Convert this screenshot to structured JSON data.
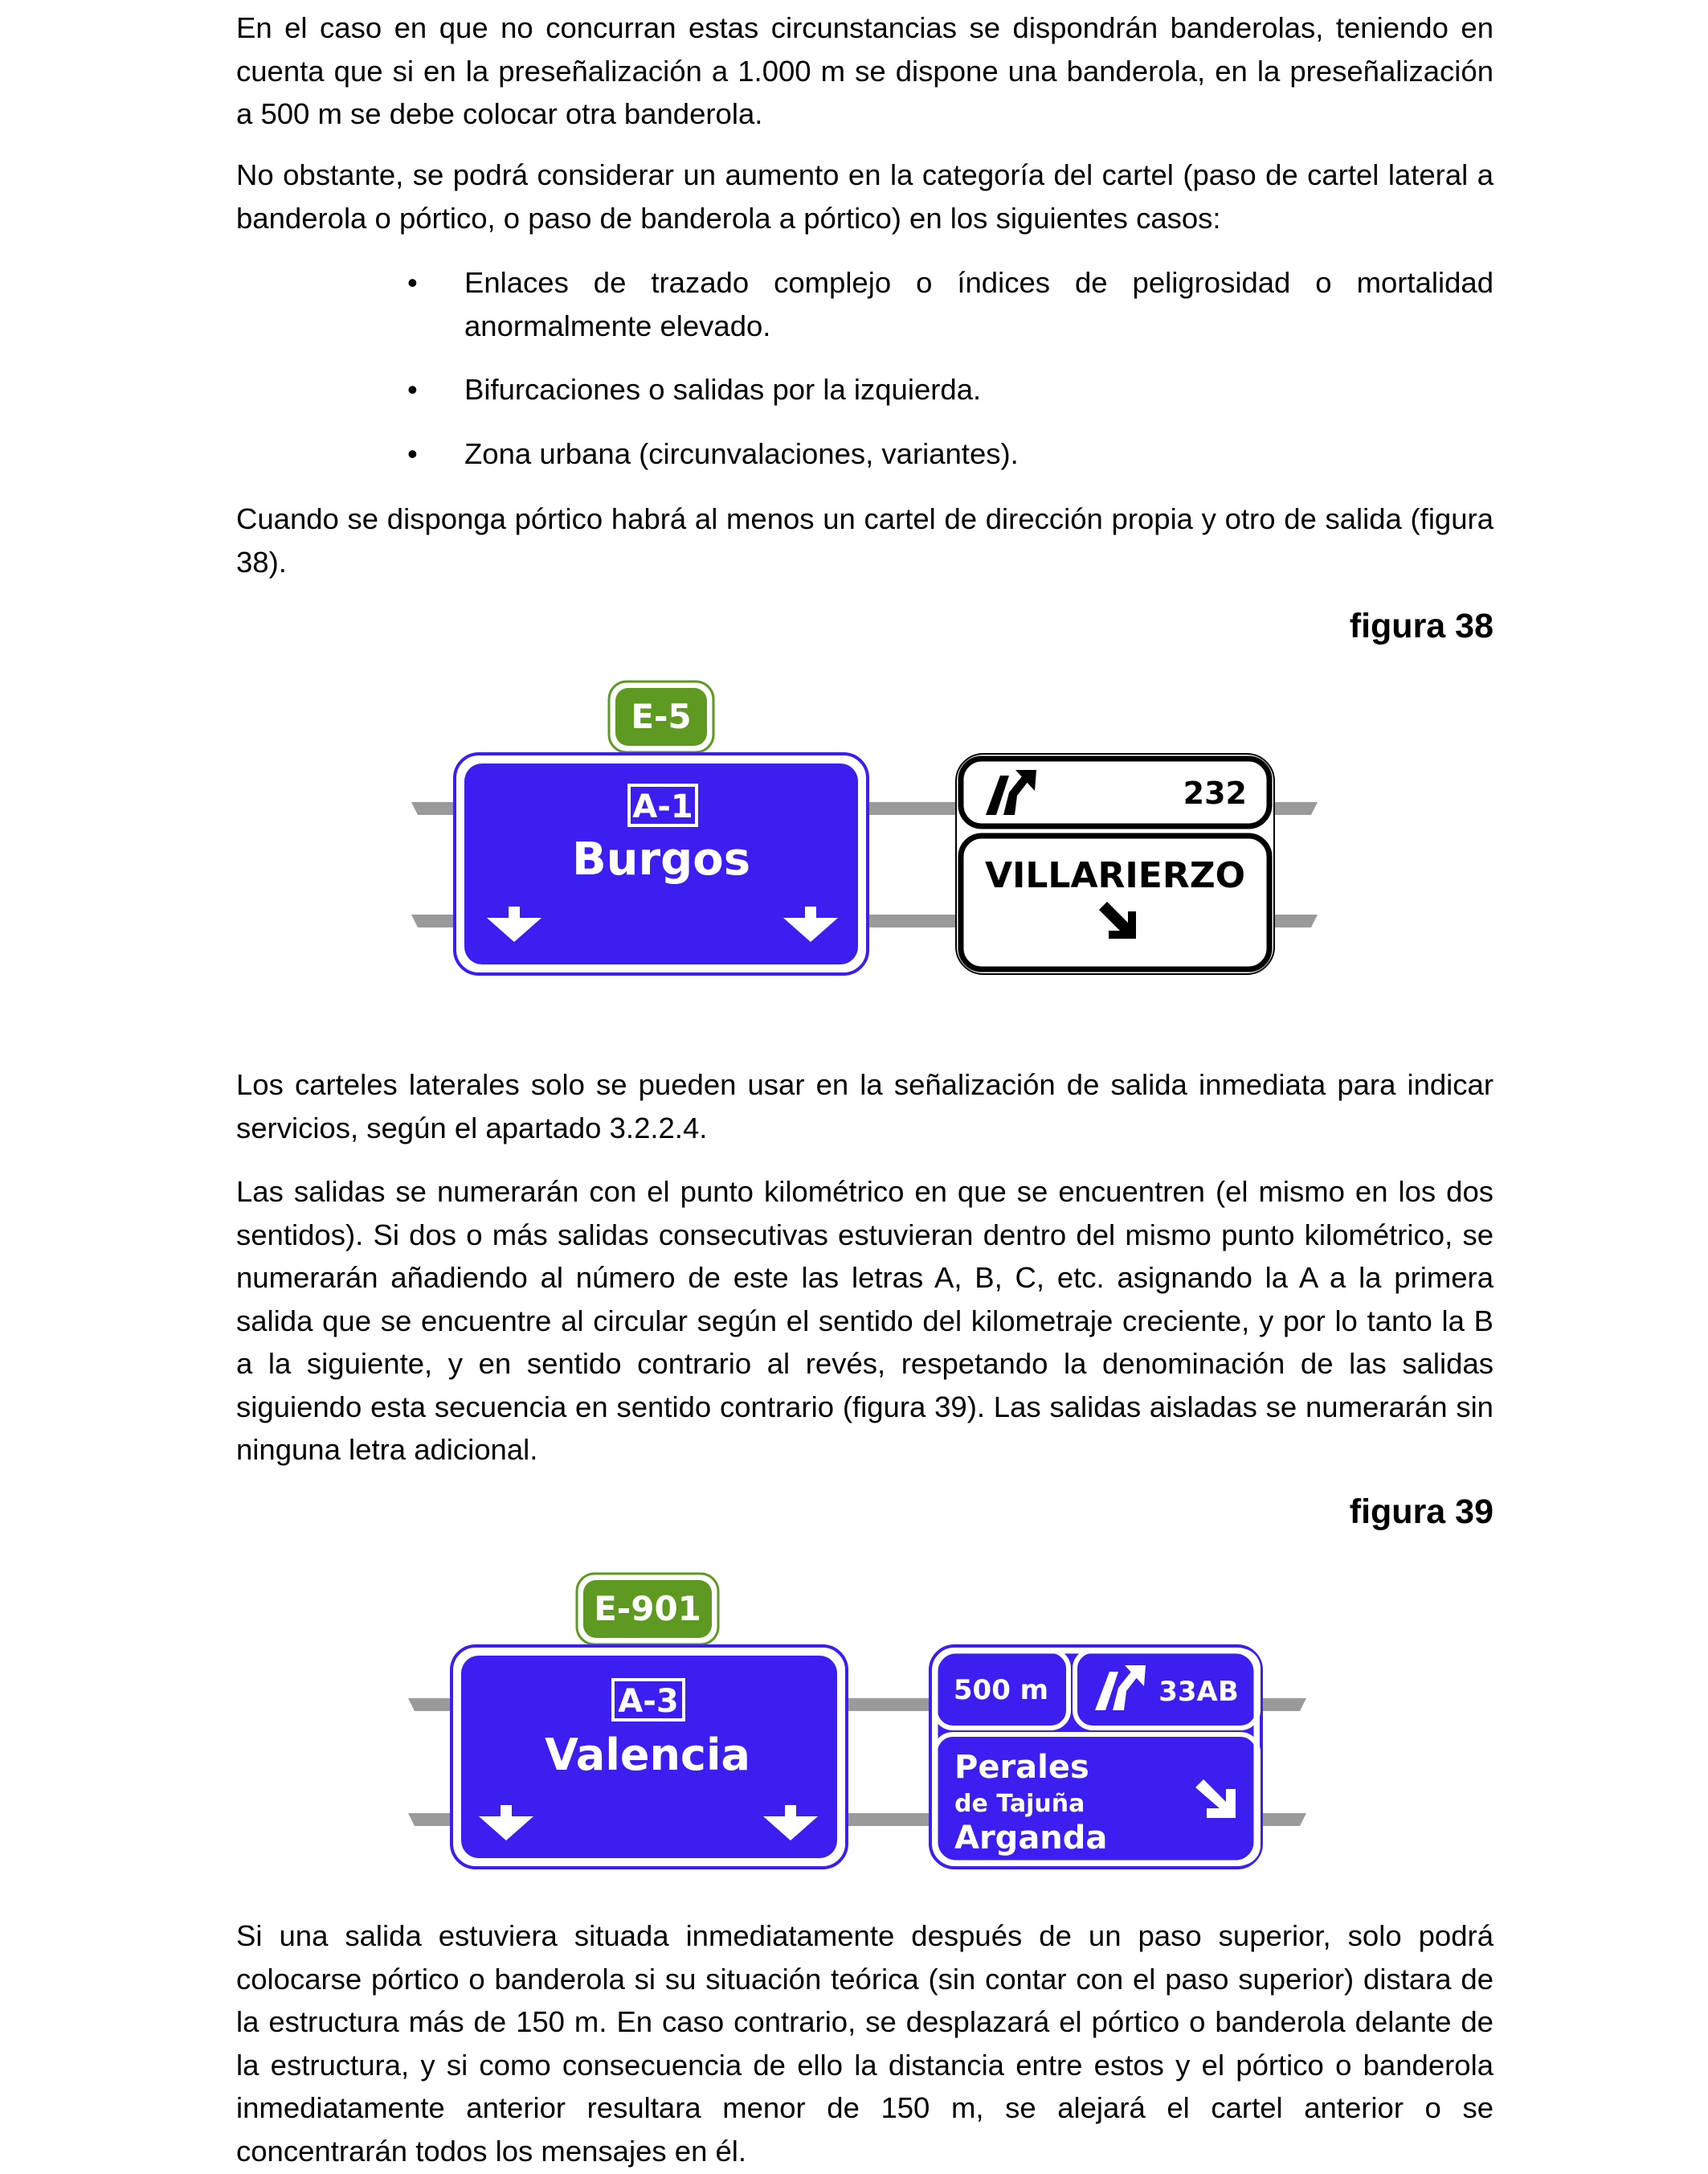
{
  "paragraphs": {
    "p1": "En el caso en que no concurran estas circunstancias se dispondrán banderolas, teniendo en cuenta que si en la preseñalización a 1.000 m se dispone una banderola, en la preseñalización a 500 m se debe colocar otra banderola.",
    "p2": "No obstante, se podrá considerar un aumento en la categoría del cartel (paso de cartel lateral a banderola o pórtico, o paso de banderola a pórtico) en los siguientes casos:",
    "p3": "Cuando se disponga pórtico habrá al menos un cartel de dirección propia y otro de salida (figura 38).",
    "p4": "Los carteles laterales solo se pueden usar en la señalización de salida inmediata para indicar servicios, según el apartado 3.2.2.4.",
    "p5": "Las salidas se numerarán con el punto kilométrico en que se encuentren (el mismo en los dos sentidos). Si dos o más salidas consecutivas estuvieran dentro del mismo punto kilométrico, se numerarán añadiendo al número de este las letras A, B, C, etc. asignando la A a la primera salida que se encuentre al circular según el sentido del kilometraje creciente, y por lo tanto la B a la siguiente, y en sentido contrario al revés, respetando la denominación de las salidas siguiendo esta secuencia en sentido contrario (figura 39). Las salidas aisladas se numerarán sin ninguna letra adicional.",
    "p6": "Si una salida estuviera situada inmediatamente después de un paso superior, solo podrá colocarse pórtico o banderola si su situación teórica (sin contar con el paso superior) distara de la estructura más de 150 m. En caso contrario, se desplazará el pórtico o banderola delante de la estructura, y si como consecuencia de ello la distancia entre estos y el pórtico o banderola inmediatamente anterior resultara menor de 150 m, se alejará el cartel anterior o se concentrarán todos los mensajes en él."
  },
  "bullet_char": "•",
  "bullets": [
    "Enlaces de trazado complejo o índices de peligrosidad o mortalidad anormalmente elevado.",
    "Bifurcaciones o salidas por la izquierda.",
    "Zona urbana (circunvalaciones, variantes)."
  ],
  "figure38": {
    "label": "figura 38",
    "euro_route": "E-5",
    "road": "A-1",
    "destination": "Burgos",
    "exit_number": "232",
    "exit_destination": "VILLARIERZO"
  },
  "figure39": {
    "label": "figura 39",
    "euro_route": "E-901",
    "road": "A-3",
    "destination": "Valencia",
    "distance": "500 m",
    "exit_number": "33AB",
    "exit_line1": "Perales",
    "exit_line2": "de Tajuña",
    "exit_line3": "Arganda"
  },
  "colors": {
    "sign_blue": "#3c1ff0",
    "euro_green": "#5e9a22",
    "gantry_gray": "#9a9a9a"
  }
}
